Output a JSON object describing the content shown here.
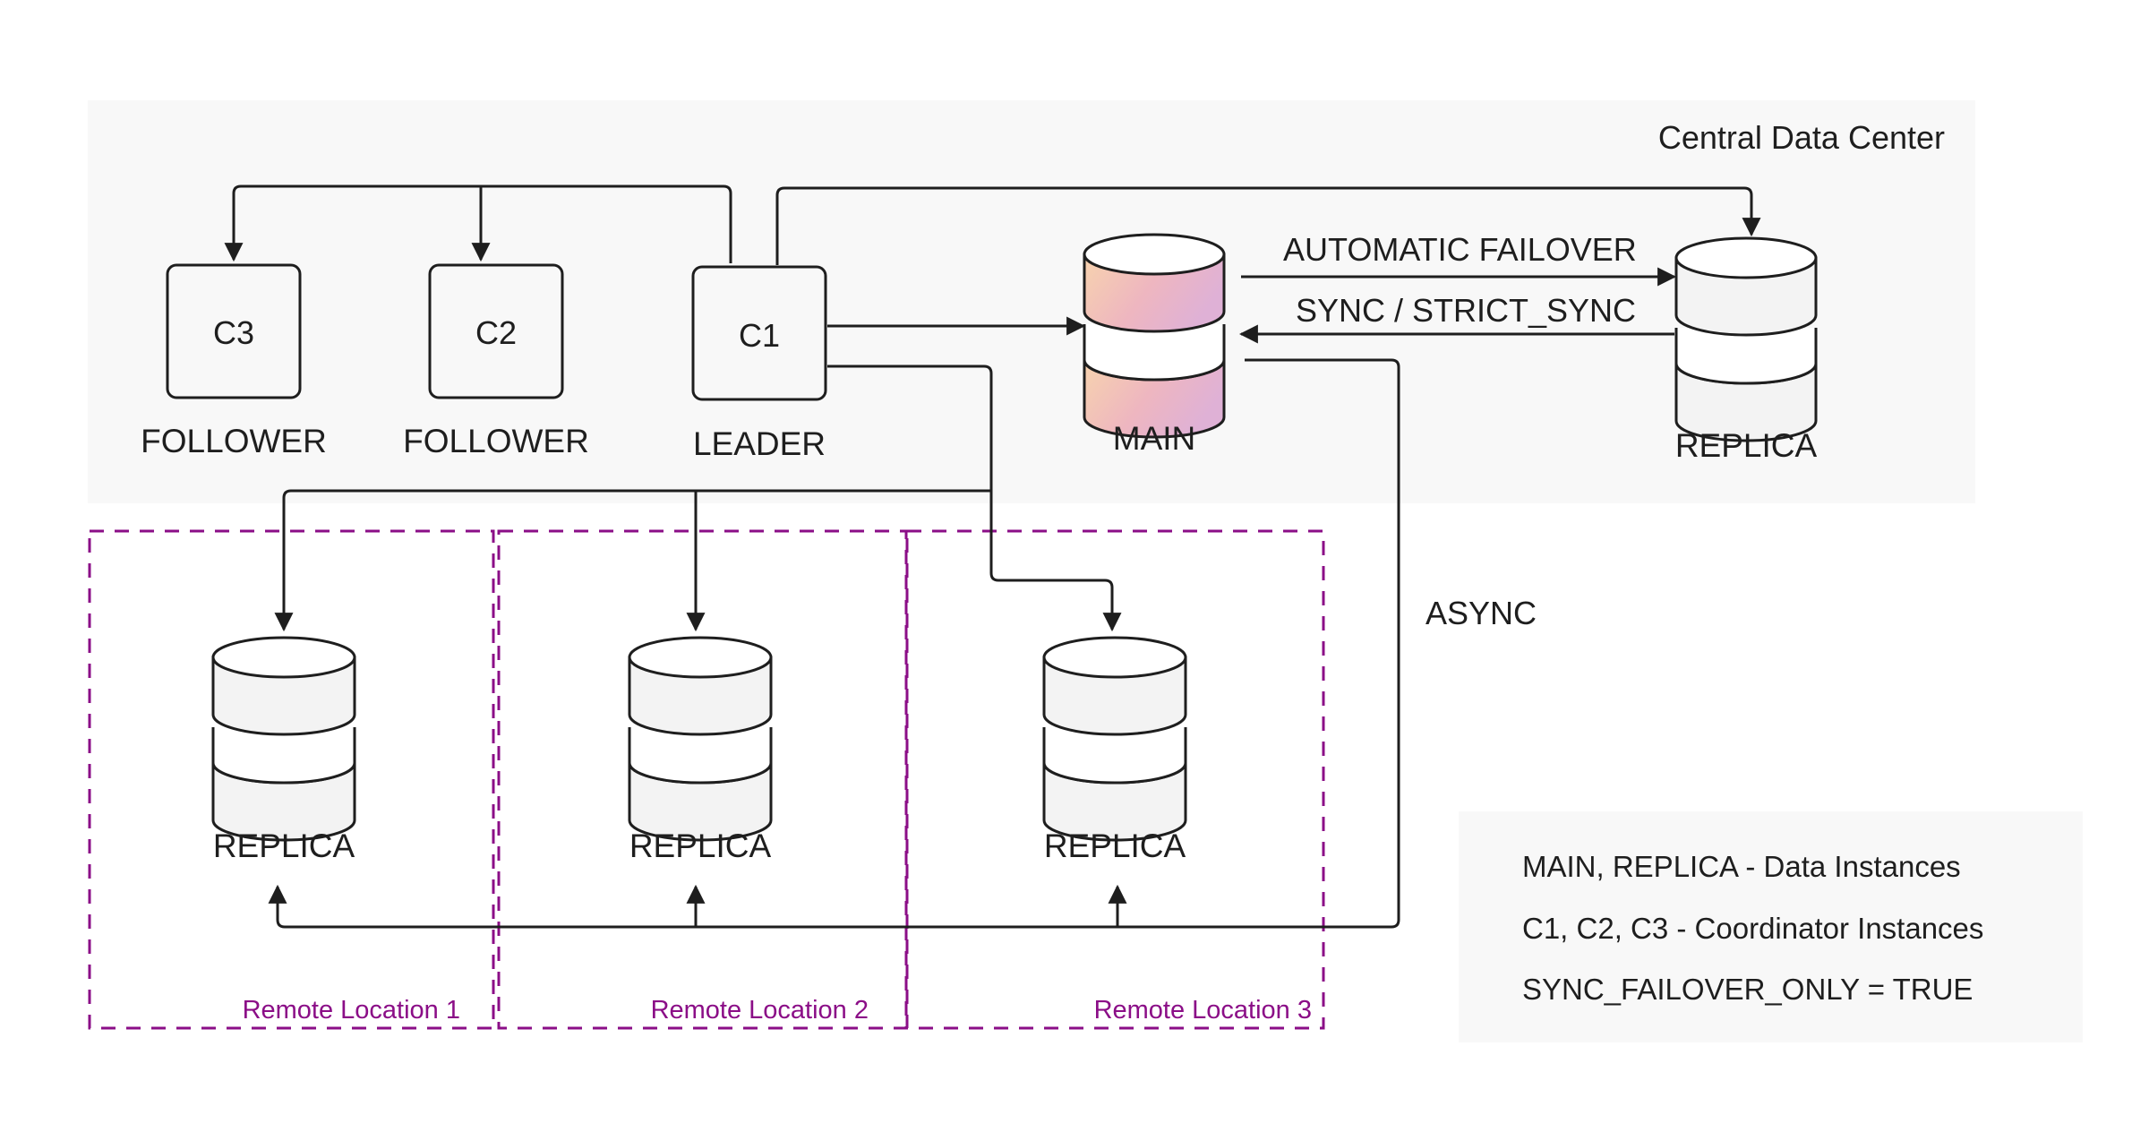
{
  "diagram": {
    "central_data_center": {
      "title": "Central Data Center"
    },
    "coordinators": [
      {
        "id": "C3",
        "label": "C3",
        "role": "FOLLOWER"
      },
      {
        "id": "C2",
        "label": "C2",
        "role": "FOLLOWER"
      },
      {
        "id": "C1",
        "label": "C1",
        "role": "LEADER"
      }
    ],
    "data_instances": {
      "main": {
        "label": "MAIN",
        "colors": [
          "#f7d3ae",
          "#eeb6c0",
          "#dfb1d6"
        ]
      },
      "central_replica": {
        "label": "REPLICA",
        "fill": "#f3f3f3"
      }
    },
    "edges": {
      "failover_label": "AUTOMATIC FAILOVER",
      "sync_label": "SYNC / STRICT_SYNC",
      "async_label": "ASYNC"
    },
    "remote_locations": [
      {
        "name": "Remote Location 1",
        "replica_label": "REPLICA"
      },
      {
        "name": "Remote Location 2",
        "replica_label": "REPLICA"
      },
      {
        "name": "Remote Location 3",
        "replica_label": "REPLICA"
      }
    ],
    "legend": [
      "MAIN, REPLICA - Data Instances",
      "C1, C2, C3 - Coordinator Instances",
      "SYNC_FAILOVER_ONLY = TRUE"
    ],
    "colors": {
      "remote_accent": "#8b0e87",
      "panel_bg": "#f8f8f8",
      "line": "#1e1e1e"
    }
  }
}
